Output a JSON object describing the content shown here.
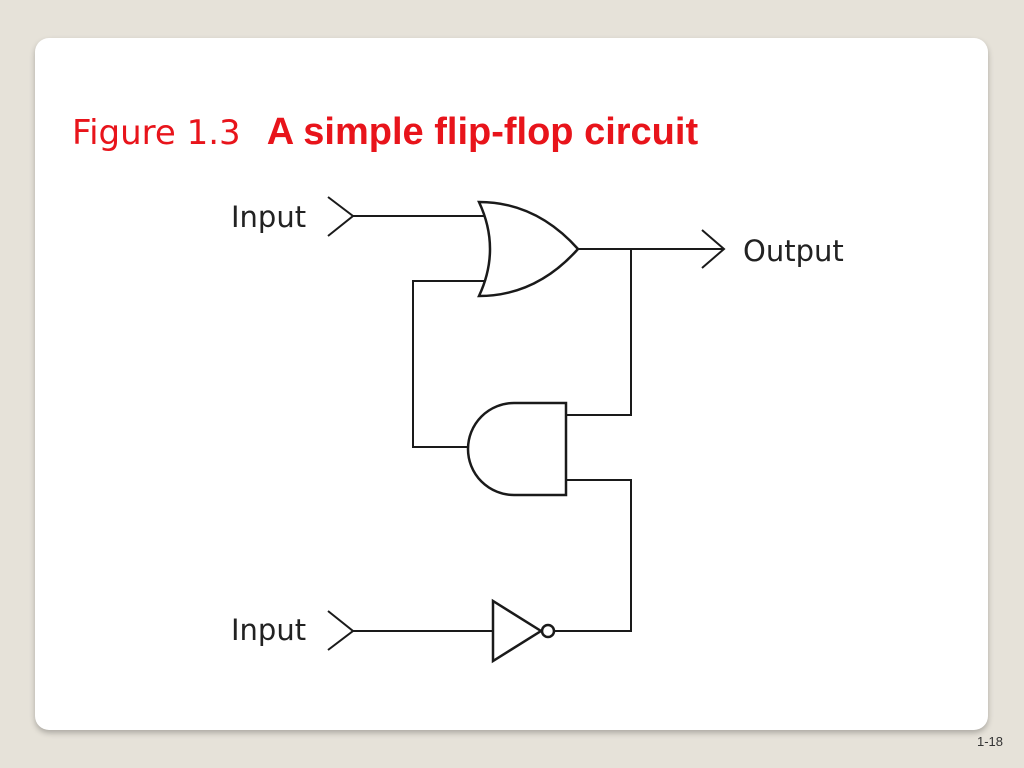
{
  "slide": {
    "figure_label": "Figure 1.3",
    "title": "A simple flip-flop circuit",
    "page_number": "1-18"
  },
  "diagram": {
    "labels": {
      "input_top": "Input",
      "input_bottom": "Input",
      "output": "Output"
    },
    "gates": [
      "or-gate",
      "and-gate",
      "not-gate"
    ]
  },
  "colors": {
    "title": "#e8141b",
    "background": "#e6e2d9",
    "card": "#ffffff",
    "stroke": "#1a1a1a"
  }
}
